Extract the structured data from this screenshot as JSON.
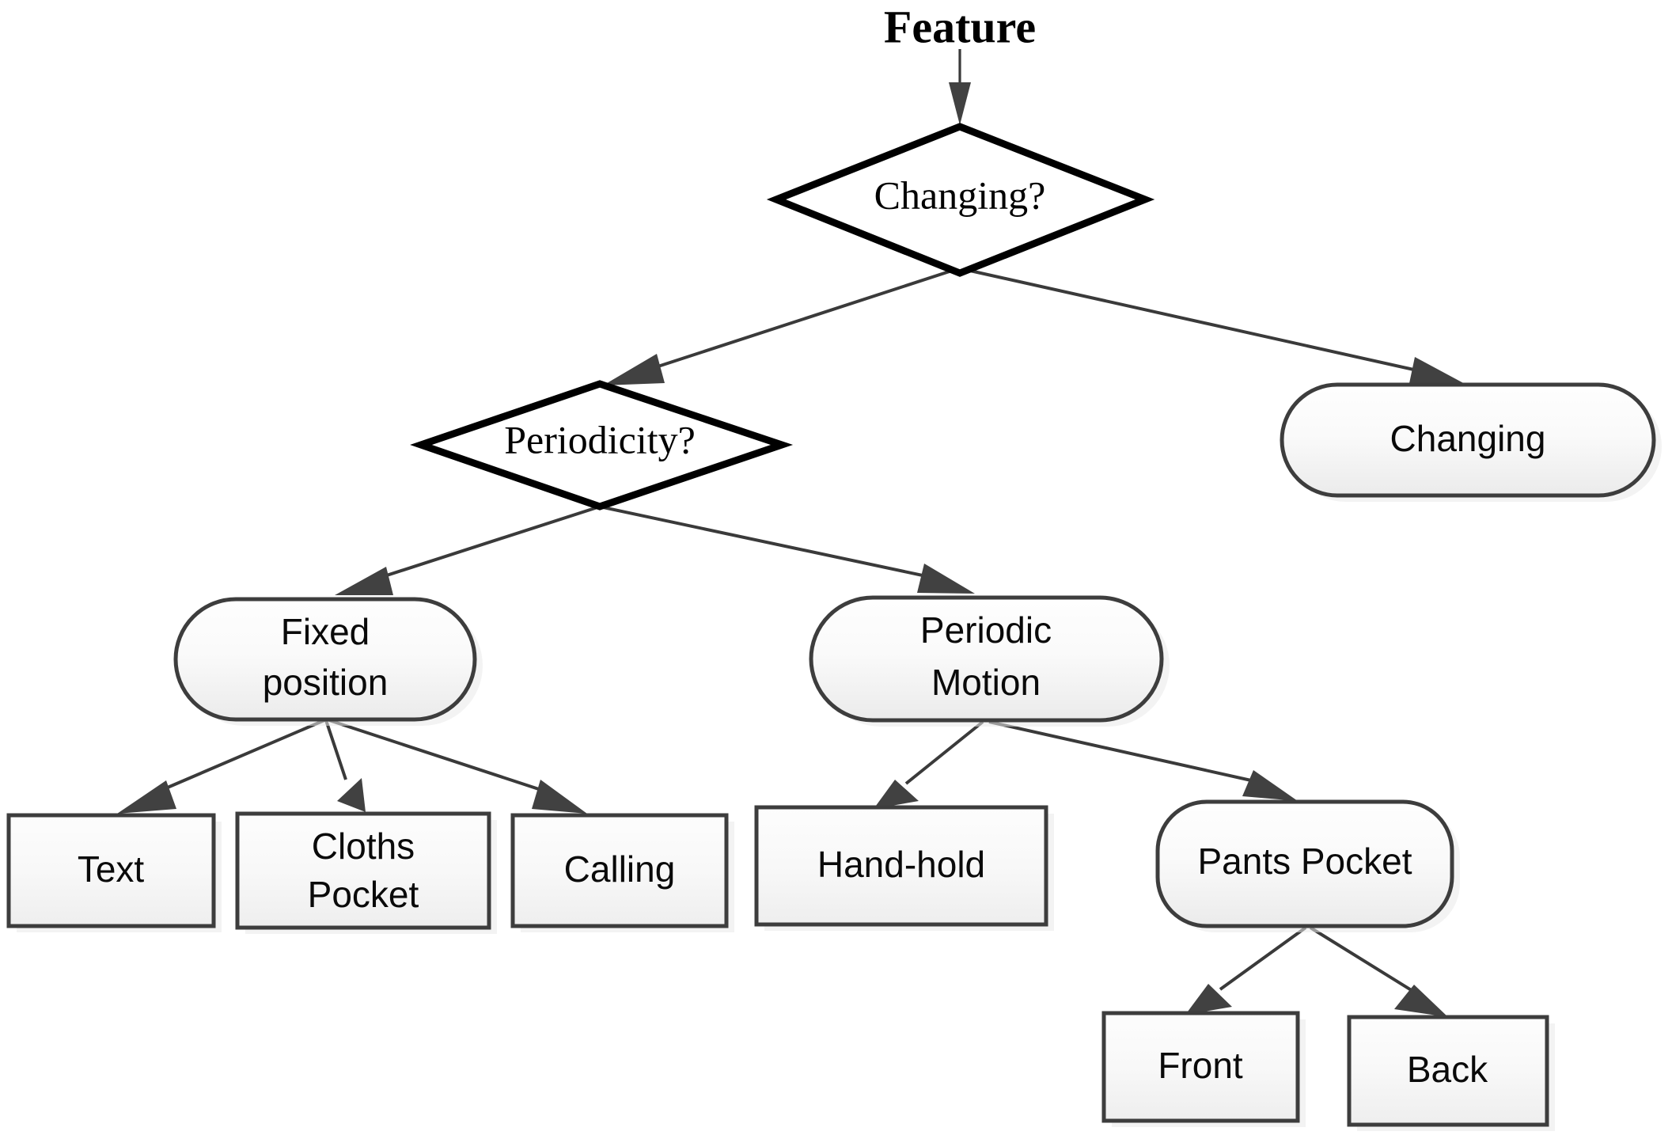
{
  "diagram": {
    "title": "Feature",
    "type": "decision-tree-flowchart",
    "colors": {
      "background": "#ffffff",
      "decision_stroke": "#000000",
      "node_stroke": "#3d3d3d",
      "node_fill_top": "#fdfdfd",
      "node_fill_bottom": "#ececec",
      "edge": "#3a3a3a",
      "arrow_head": "#414141",
      "text": "#0a0a0a"
    },
    "nodes": {
      "changing_decision": {
        "label": "Changing?",
        "shape": "diamond"
      },
      "periodicity_decision": {
        "label": "Periodicity?",
        "shape": "diamond"
      },
      "changing_leaf": {
        "label": "Changing",
        "shape": "rounded-pill"
      },
      "fixed_position": {
        "label_line1": "Fixed",
        "label_line2": "position",
        "shape": "rounded-pill"
      },
      "periodic_motion": {
        "label_line1": "Periodic",
        "label_line2": "Motion",
        "shape": "rounded-pill"
      },
      "text_leaf": {
        "label": "Text",
        "shape": "rectangle"
      },
      "cloths_pocket": {
        "label_line1": "Cloths",
        "label_line2": "Pocket",
        "shape": "rectangle"
      },
      "calling": {
        "label": "Calling",
        "shape": "rectangle"
      },
      "hand_hold": {
        "label": "Hand-hold",
        "shape": "rectangle"
      },
      "pants_pocket": {
        "label": "Pants Pocket",
        "shape": "rounded-pill"
      },
      "front": {
        "label": "Front",
        "shape": "rectangle"
      },
      "back": {
        "label": "Back",
        "shape": "rectangle"
      }
    },
    "edges": [
      {
        "from": "title",
        "to": "changing_decision"
      },
      {
        "from": "changing_decision",
        "to": "periodicity_decision"
      },
      {
        "from": "changing_decision",
        "to": "changing_leaf"
      },
      {
        "from": "periodicity_decision",
        "to": "fixed_position"
      },
      {
        "from": "periodicity_decision",
        "to": "periodic_motion"
      },
      {
        "from": "fixed_position",
        "to": "text_leaf"
      },
      {
        "from": "fixed_position",
        "to": "cloths_pocket"
      },
      {
        "from": "fixed_position",
        "to": "calling"
      },
      {
        "from": "periodic_motion",
        "to": "hand_hold"
      },
      {
        "from": "periodic_motion",
        "to": "pants_pocket"
      },
      {
        "from": "pants_pocket",
        "to": "front"
      },
      {
        "from": "pants_pocket",
        "to": "back"
      }
    ]
  }
}
